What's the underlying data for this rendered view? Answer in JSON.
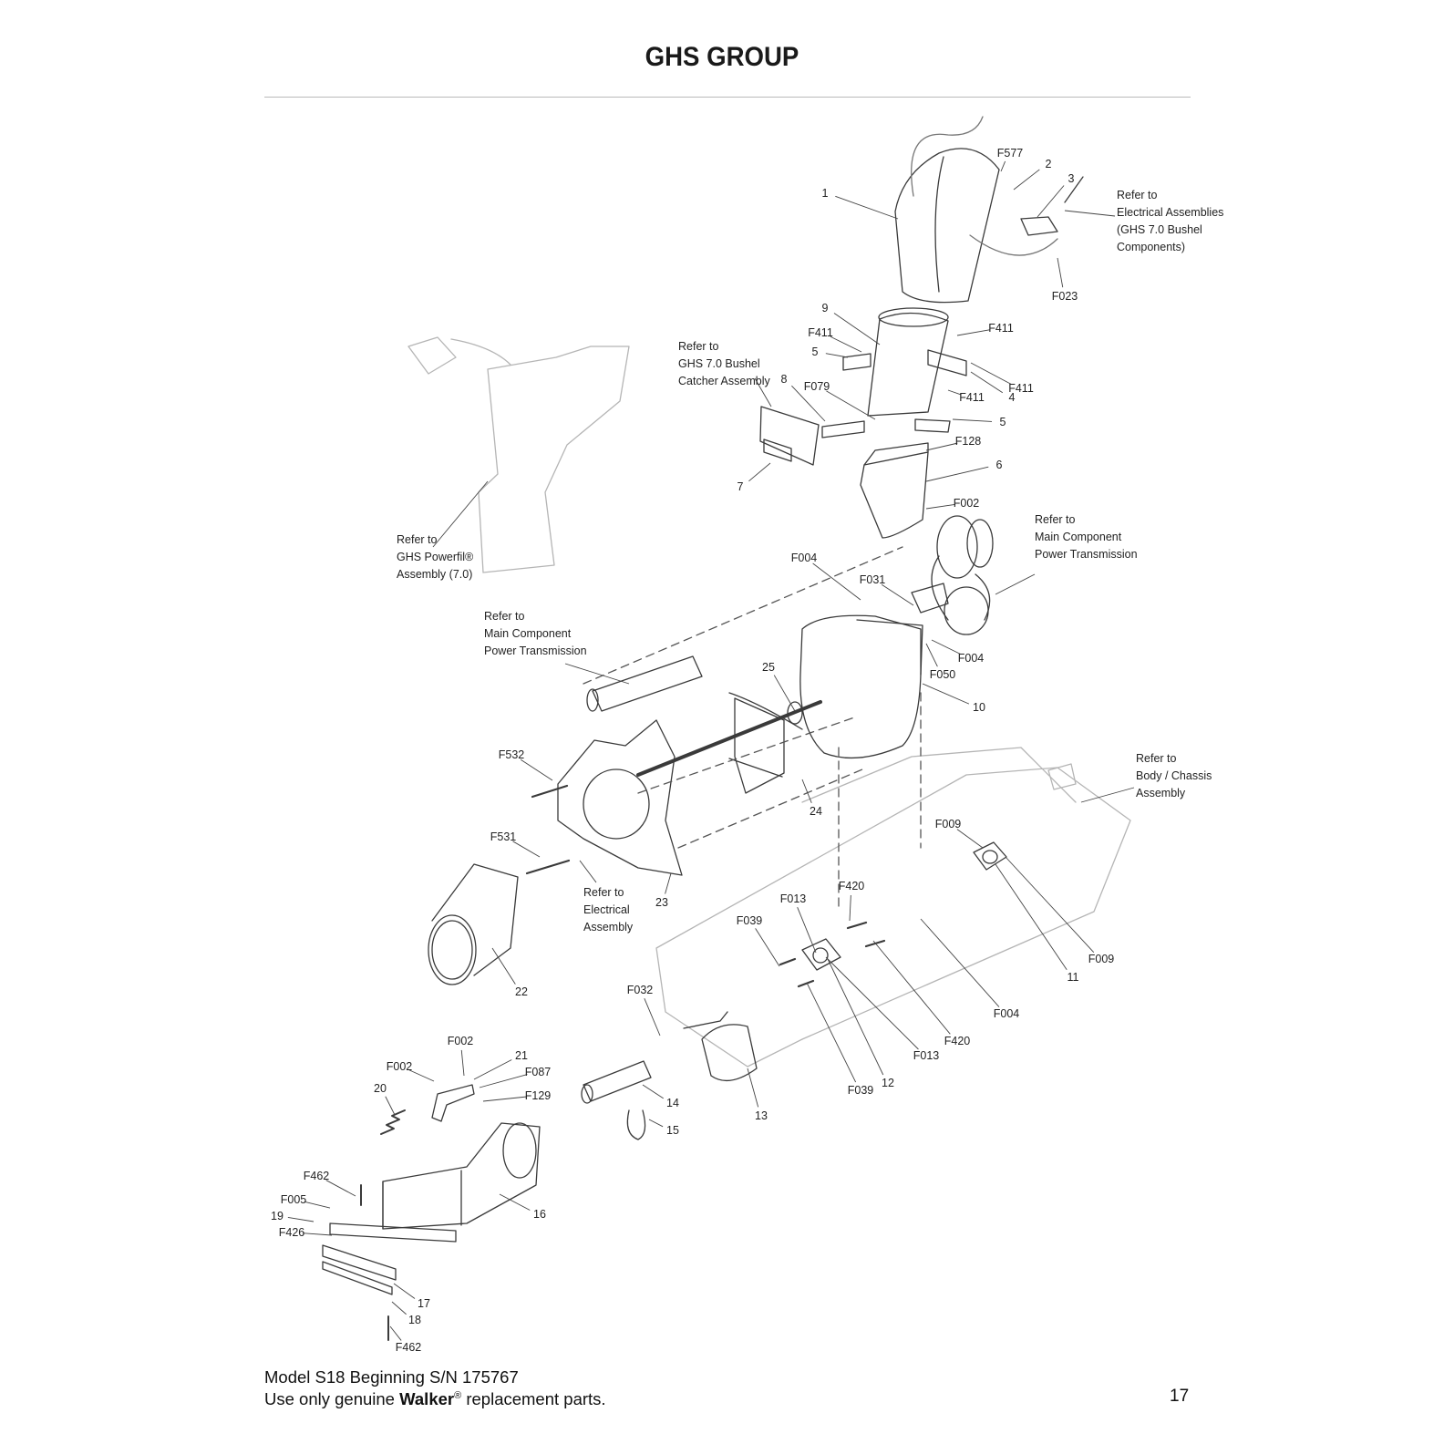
{
  "page": {
    "title": "GHS GROUP",
    "footer_line1": "Model S18 Beginning S/N 175767",
    "footer_line2_pre": "Use only genuine ",
    "footer_brand": "Walker",
    "footer_reg": "®",
    "footer_line2_post": " replacement parts.",
    "page_number": "17"
  },
  "refer_notes": [
    {
      "id": "electrical-assemblies",
      "lines": [
        "Refer to",
        "Electrical Assemblies",
        "(GHS 7.0 Bushel",
        "Components)"
      ]
    },
    {
      "id": "bushel-catcher",
      "lines": [
        "Refer to",
        "GHS 7.0 Bushel",
        "Catcher Assembly"
      ]
    },
    {
      "id": "powerfil",
      "lines": [
        "Refer to",
        "GHS Powerfil®",
        "Assembly (7.0)"
      ]
    },
    {
      "id": "power-transmission-right",
      "lines": [
        "Refer to",
        "Main Component",
        "Power Transmission"
      ]
    },
    {
      "id": "power-transmission-left",
      "lines": [
        "Refer to",
        "Main Component",
        "Power Transmission"
      ]
    },
    {
      "id": "body-chassis",
      "lines": [
        "Refer to",
        "Body / Chassis",
        "Assembly"
      ]
    },
    {
      "id": "electrical-assembly",
      "lines": [
        "Refer to",
        "Electrical",
        "Assembly"
      ]
    }
  ],
  "callouts": [
    "F577",
    "2",
    "3",
    "1",
    "F023",
    "9",
    "F411",
    "5",
    "F411",
    "F411",
    "F079",
    "4",
    "F411",
    "8",
    "5",
    "F128",
    "6",
    "7",
    "F002",
    "F004",
    "F031",
    "F004",
    "F050",
    "25",
    "10",
    "F532",
    "24",
    "F531",
    "23",
    "22",
    "F009",
    "F420",
    "F013",
    "F039",
    "F009",
    "11",
    "F004",
    "F420",
    "F013",
    "12",
    "F039",
    "F032",
    "F002",
    "F002",
    "21",
    "F087",
    "20",
    "F129",
    "14",
    "15",
    "13",
    "F462",
    "F005",
    "19",
    "F426",
    "16",
    "17",
    "18",
    "F462"
  ]
}
